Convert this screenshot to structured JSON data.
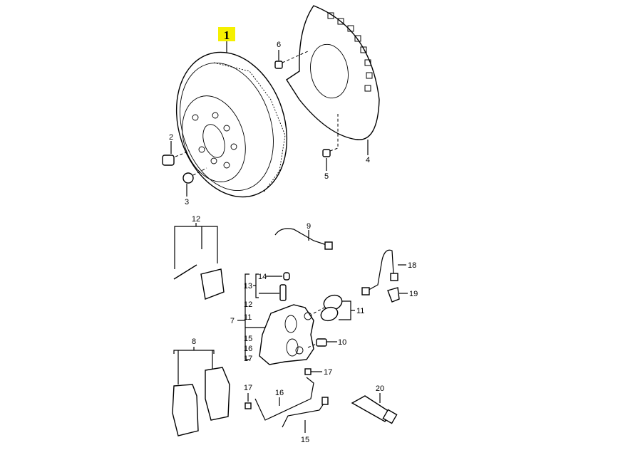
{
  "diagram": {
    "highlight_color": "#f5f000",
    "highlighted_label": "1",
    "callouts": {
      "c2": "2",
      "c3": "3",
      "c4": "4",
      "c5": "5",
      "c6": "6",
      "c7": "7",
      "c8": "8",
      "c9": "9",
      "c10": "10",
      "c11a": "11",
      "c11b": "11",
      "c12a": "12",
      "c12b": "12",
      "c13": "13",
      "c14": "14",
      "c15a": "15",
      "c15b": "15",
      "c16a": "16",
      "c16b": "16",
      "c17a": "17",
      "c17b": "17",
      "c17c": "17",
      "c18": "18",
      "c19": "19",
      "c20": "20"
    }
  }
}
